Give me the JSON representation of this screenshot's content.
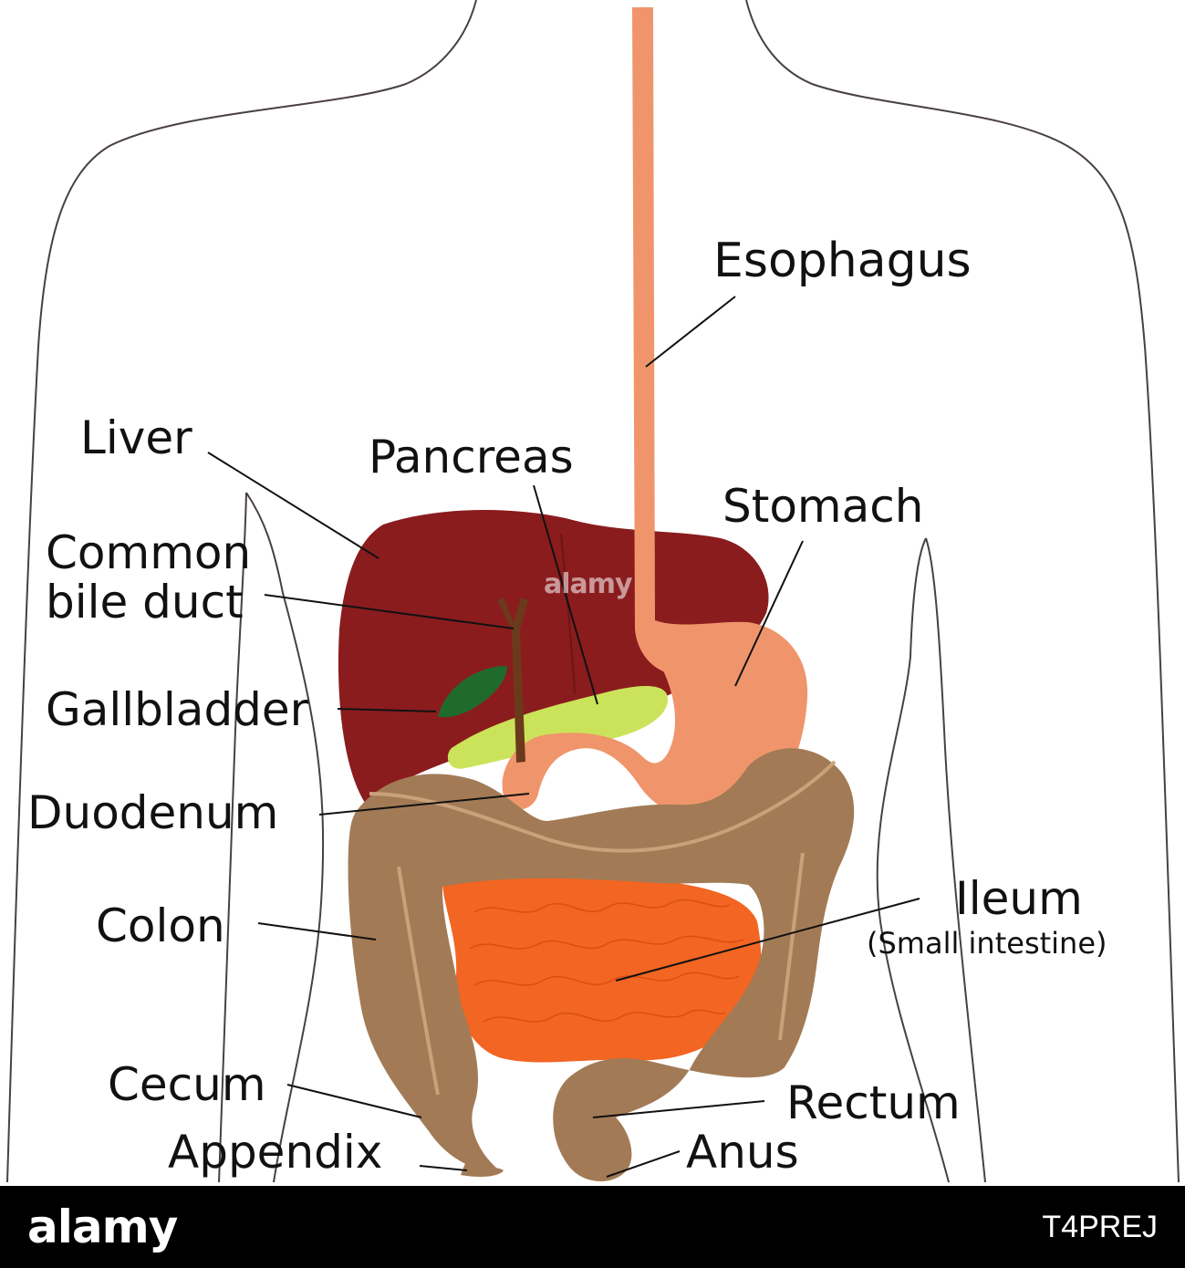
{
  "labels": {
    "esophagus": "Esophagus",
    "liver": "Liver",
    "pancreas": "Pancreas",
    "stomach": "Stomach",
    "common_bile_duct_line1": "Common",
    "common_bile_duct_line2": "bile duct",
    "gallbladder": "Gallbladder",
    "duodenum": "Duodenum",
    "ileum": "Ileum",
    "ileum_sub": "(Small intestine)",
    "colon": "Colon",
    "cecum": "Cecum",
    "rectum": "Rectum",
    "appendix": "Appendix",
    "anus": "Anus"
  },
  "footer": {
    "brand": "alamy",
    "image_id": "T4PREJ",
    "watermark": "alamy"
  },
  "colors": {
    "body_outline": "#4a4040",
    "esophagus": "#f0956b",
    "stomach": "#f0956b",
    "liver": "#8a1c1e",
    "pancreas": "#cbe35a",
    "gallbladder": "#1f6b2c",
    "bile_duct": "#6b3a1c",
    "colon": "#a27b56",
    "colon_stripe": "#c9a27a",
    "small_intestine": "#f26522",
    "leader_lines": "#111111",
    "footer_bg": "#000000"
  }
}
